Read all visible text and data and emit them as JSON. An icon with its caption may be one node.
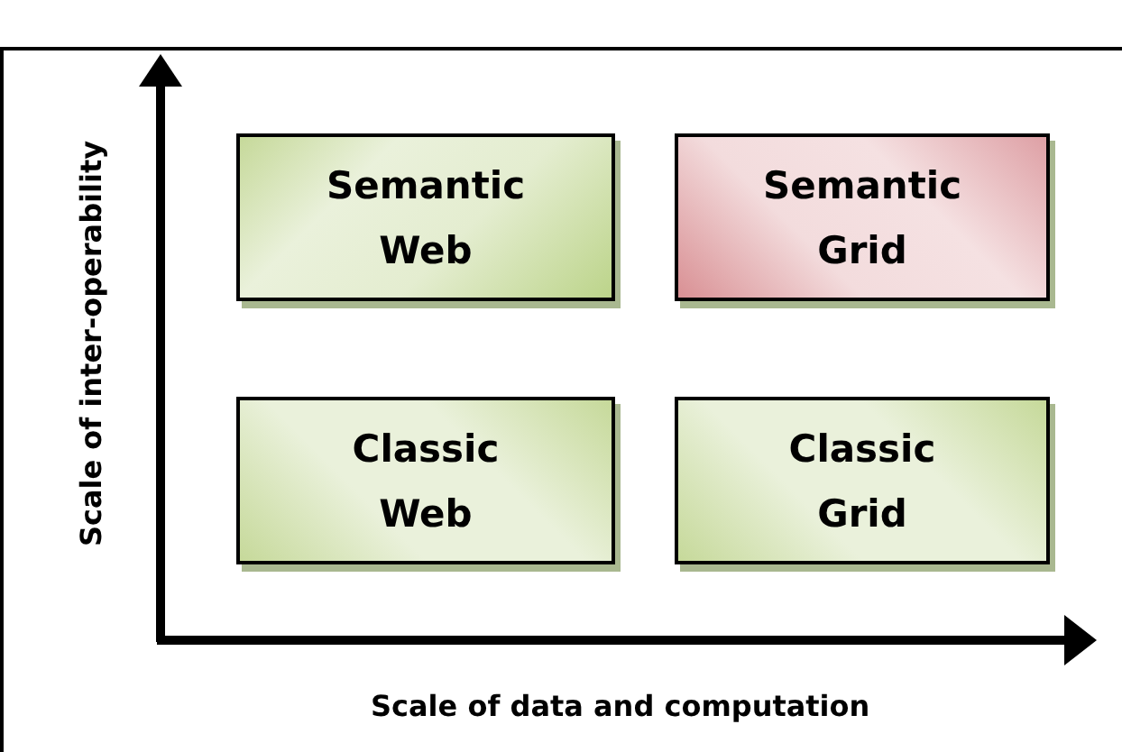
{
  "diagram": {
    "nodes": [
      {
        "text": [
          "Semantic Web"
        ]
      },
      {
        "text": [
          "Semantic Grid"
        ]
      },
      {
        "text": [
          "Classic Web"
        ]
      },
      {
        "text": [
          "Classic Grid"
        ]
      }
    ],
    "labels": [
      "Scale of inter-operability",
      "Scale of data and computation"
    ]
  }
}
